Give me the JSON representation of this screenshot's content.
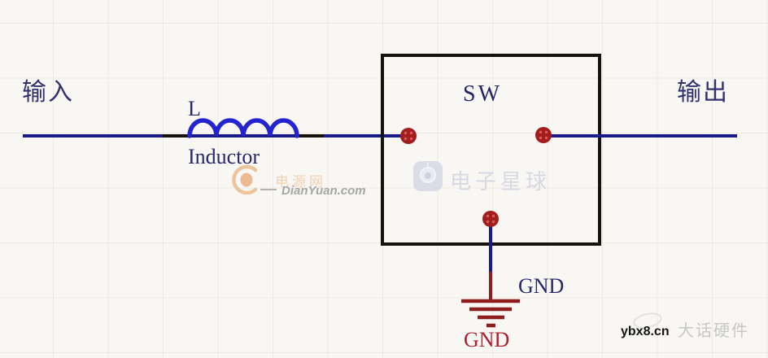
{
  "diagram": {
    "input_label": "输入",
    "output_label": "输出",
    "inductor": {
      "ref": "L",
      "name": "Inductor"
    },
    "switch_label": "SW",
    "gnd_wire_label": "GND",
    "gnd_symbol_label": "GND"
  },
  "watermarks": {
    "dianyuan": {
      "cn_name": "电源网",
      "site": "DianYuan.com"
    },
    "dianzixingqiu": {
      "name": "电子星球"
    },
    "bottom_right": {
      "site": "ybx8.cn",
      "name": "大话硬件"
    }
  },
  "colors": {
    "background": "#f9f7f4",
    "wire_blue": "#1a1a8c",
    "inductor_blue": "#2323d0",
    "wire_black": "#17120c",
    "box_border": "#17120c",
    "pad_red": "#a31d1d",
    "pad_dot": "#d85c5c",
    "label_navy": "#2d2d6b",
    "gnd_red": "#8e1e1e",
    "gnd_text_red": "#ad1f2e"
  }
}
